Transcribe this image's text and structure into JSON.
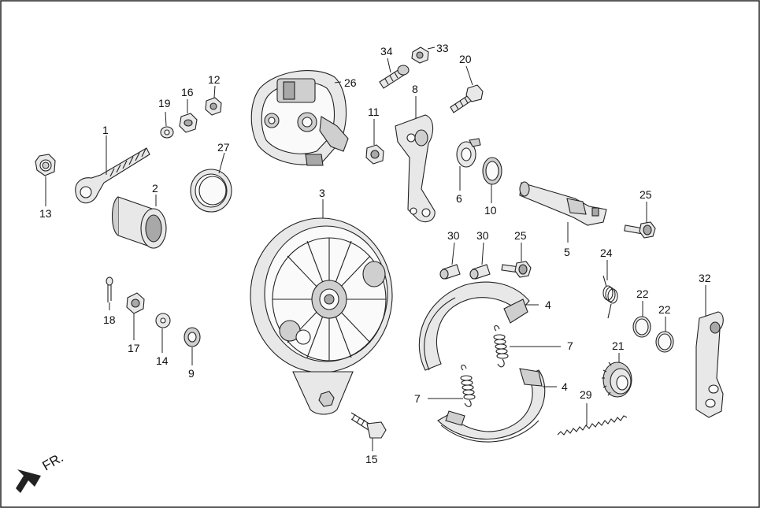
{
  "diagram": {
    "direction_marker": "FR.",
    "callouts": {
      "c1": "1",
      "c2": "2",
      "c3": "3",
      "c4a": "4",
      "c4b": "4",
      "c5": "5",
      "c6": "6",
      "c7a": "7",
      "c7b": "7",
      "c8": "8",
      "c9": "9",
      "c10": "10",
      "c11": "11",
      "c12": "12",
      "c13": "13",
      "c14": "14",
      "c15": "15",
      "c16": "16",
      "c17": "17",
      "c18": "18",
      "c19": "19",
      "c20": "20",
      "c21": "21",
      "c22a": "22",
      "c22b": "22",
      "c24": "24",
      "c25a": "25",
      "c25b": "25",
      "c26": "26",
      "c27": "27",
      "c29": "29",
      "c30a": "30",
      "c30b": "30",
      "c32": "32",
      "c33": "33",
      "c34": "34"
    }
  }
}
